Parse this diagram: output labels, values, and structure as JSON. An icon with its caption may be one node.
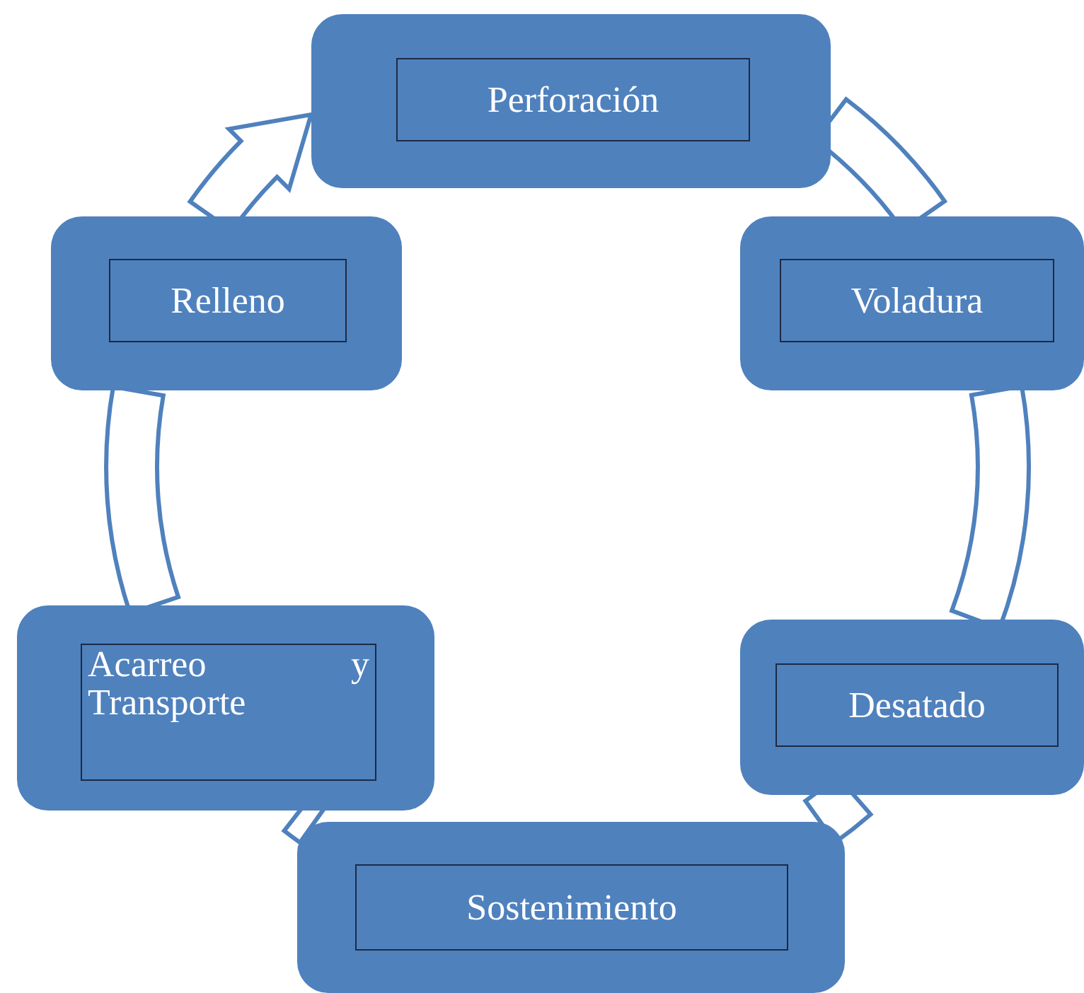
{
  "diagram": {
    "nodes": [
      {
        "text": [
          "Perforación"
        ]
      },
      {
        "text": [
          "Voladura"
        ]
      },
      {
        "text": [
          "Desatado"
        ]
      },
      {
        "text": [
          "Sostenimiento"
        ]
      },
      {
        "text": [
          "Acarreo y Transporte"
        ]
      },
      {
        "text": [
          "Relleno"
        ]
      }
    ],
    "edges": [
      {
        "from": 0,
        "to": 1,
        "arrow": "none"
      },
      {
        "from": 1,
        "to": 2,
        "arrow": "none"
      },
      {
        "from": 2,
        "to": 3,
        "arrow": "none"
      },
      {
        "from": 3,
        "to": 4,
        "arrow": "none"
      },
      {
        "from": 4,
        "to": 5,
        "arrow": "none"
      },
      {
        "from": 5,
        "to": 0,
        "arrow": "to"
      }
    ]
  }
}
